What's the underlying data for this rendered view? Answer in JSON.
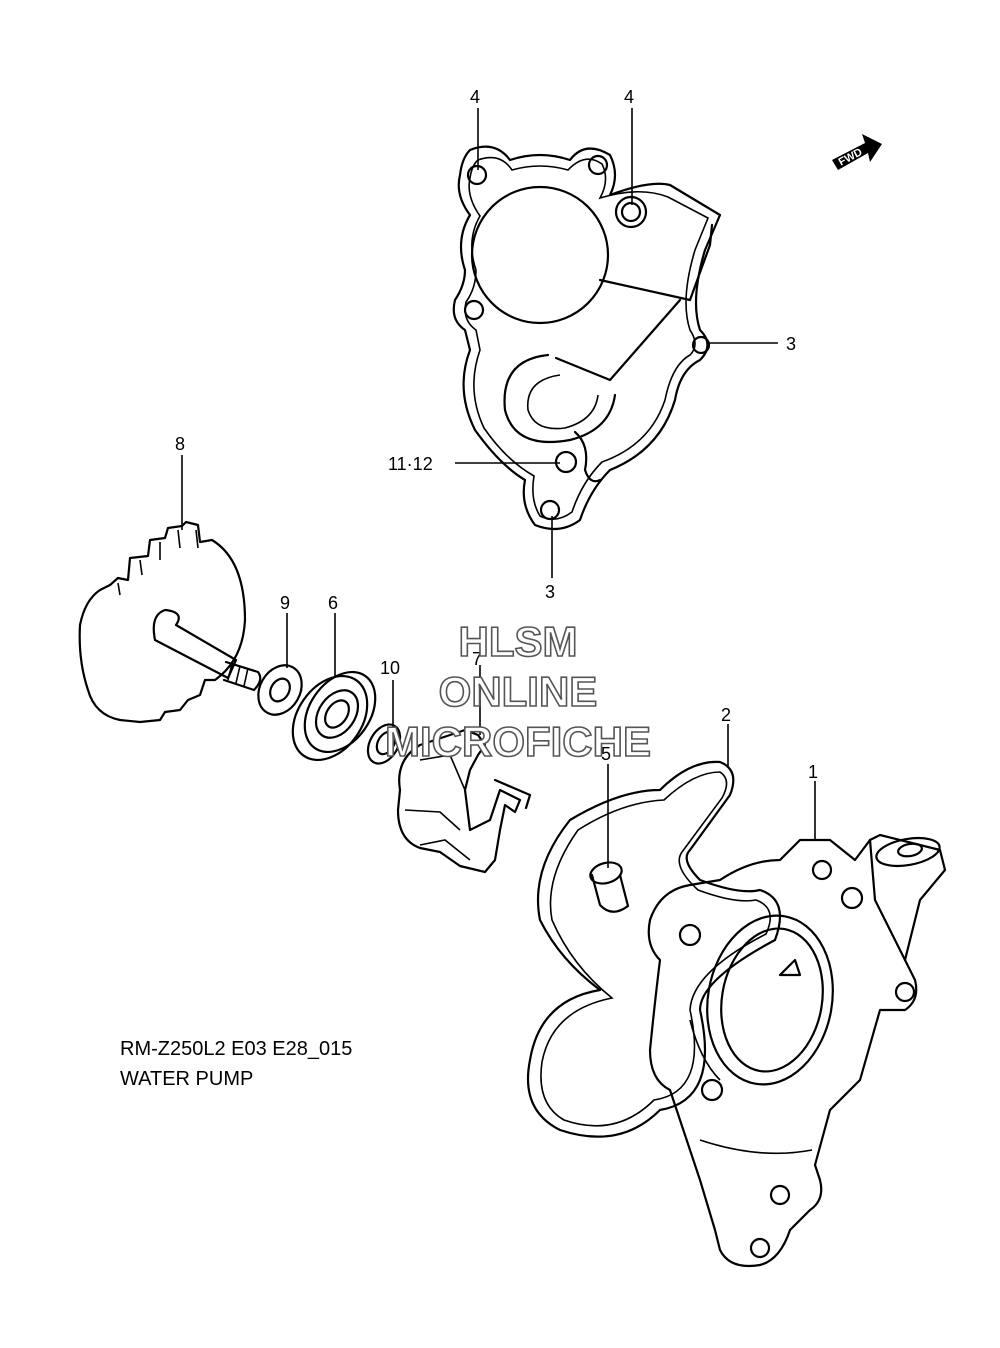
{
  "callouts": {
    "c4a": "4",
    "c4b": "4",
    "c3a": "3",
    "c3b": "3",
    "c11_12": "11·12",
    "c8": "8",
    "c9": "9",
    "c6": "6",
    "c10": "10",
    "c7": "7",
    "c2": "2",
    "c5": "5",
    "c1": "1"
  },
  "fwd_label": "FWD",
  "watermark": {
    "line1": "HLSM",
    "line2": "ONLINE",
    "line3": "MICROFICHE"
  },
  "caption": {
    "code": "RM-Z250L2 E03 E28_015",
    "title": "WATER PUMP"
  }
}
